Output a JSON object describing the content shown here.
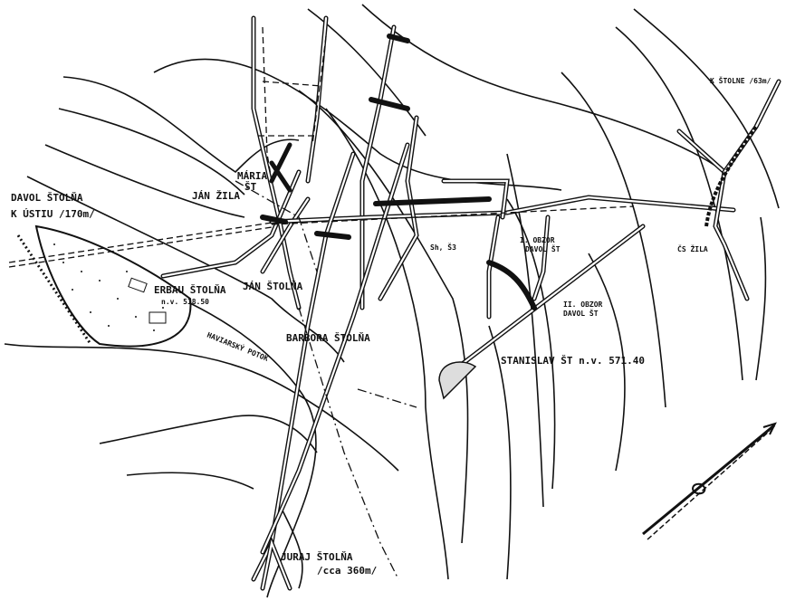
{
  "map": {
    "labels": {
      "davol": "DAVOL ŠTOLŇA",
      "davol_sub": "K ÚSTIU /170m/",
      "maria": "MÁRIA",
      "maria_sub": "ŠT",
      "jan_zila": "JÁN ŽILA",
      "erbau": "ERBAU ŠTOLŇA",
      "erbau_sub": "n.v. 518.50",
      "jan_stolna": "JÁN ŠTOLŇA",
      "barbora": "BARBORA ŠTOLŇA",
      "potok": "HAVIARSKÝ POTOK",
      "sh": "Sh, Š3",
      "obzor1": "I. OBZOR",
      "obzor1_sub": "DAVOL ŠT",
      "obzor2": "II. OBZOR",
      "obzor2_sub": "DAVOL ŠT",
      "stanislav": "STANISLAV ŠT  n.v. 571.40",
      "cs_zila": "ČS ŽILA",
      "k_stolne": "K ŠTOLNE /63m/",
      "juraj": "JURAJ ŠTOLŇA",
      "juraj_sub": "/cca 360m/"
    }
  }
}
